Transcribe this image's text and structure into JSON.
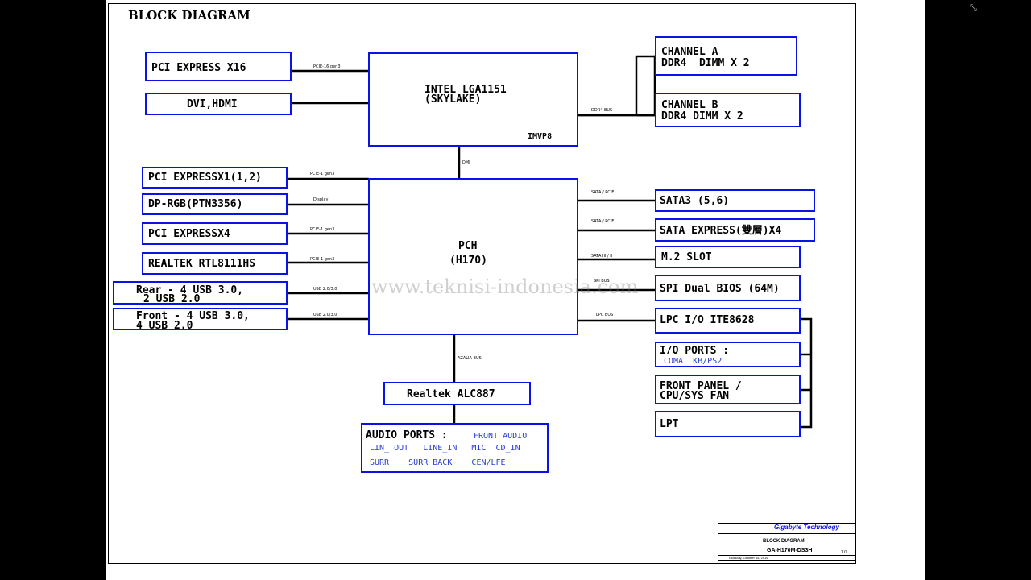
{
  "diagram": {
    "title": "BLOCK DIAGRAM",
    "watermark": "www.teknisi-indonesia.com",
    "cpu": {
      "line1": "INTEL LGA1151",
      "line2": "(SKYLAKE)",
      "vr": "IMVP8"
    },
    "pch": {
      "line1": "PCH",
      "line2": "(H170)"
    },
    "left_cpu": [
      {
        "label": "PCI EXPRESS X16",
        "bus": "PCIE-16 gen3"
      },
      {
        "label": "DVI,HDMI",
        "bus": ""
      }
    ],
    "left_pch": [
      {
        "label": "PCI EXPRESSX1(1,2)",
        "bus": "PCIE-1 gen3"
      },
      {
        "label": "DP-RGB(PTN3356)",
        "bus": "Display"
      },
      {
        "label": "PCI EXPRESSX4",
        "bus": "PCIE-1 gen3"
      },
      {
        "label": "REALTEK RTL8111HS",
        "bus": "PCIE-1 gen3"
      },
      {
        "line1": "Rear - 4 USB 3.0,",
        "line2": "2 USB 2.0",
        "bus": "USB 2.0/3.0"
      },
      {
        "line1": "Front - 4 USB 3.0,",
        "line2": "4 USB 2.0",
        "bus": "USB 2.0/3.0"
      }
    ],
    "memory": {
      "bus": "DDR4 BUS",
      "channel_a": {
        "line1": "CHANNEL A",
        "line2": "DDR4  DIMM X 2"
      },
      "channel_b": {
        "line1": "CHANNEL B",
        "line2": "DDR4 DIMM X 2"
      }
    },
    "dmi_bus": "DMI",
    "right_pch": [
      {
        "label": "SATA3 (5,6)",
        "bus": "SATA / PCIE"
      },
      {
        "label": "SATA EXPRESS(雙層)X4",
        "bus": "SATA / PCIE"
      },
      {
        "label": "M.2 SLOT",
        "bus": "SATA III / II"
      },
      {
        "label": "SPI Dual BIOS (64M)",
        "bus": "SPI BUS"
      },
      {
        "label": "LPC I/O ITE8628",
        "bus": "LPC BUS"
      }
    ],
    "io_ports": {
      "title": "I/O PORTS :",
      "sub": "COMA  KB/PS2"
    },
    "front_panel": {
      "line1": "FRONT PANEL /",
      "line2": "CPU/SYS FAN"
    },
    "lpt": "LPT",
    "azalia_bus": "AZALIA BUS",
    "codec": "Realtek ALC887",
    "audio": {
      "title": "AUDIO PORTS :",
      "front": "FRONT AUDIO",
      "row1": "LIN_ OUT   LINE_IN   MIC  CD_IN",
      "row2": "SURR    SURR BACK    CEN/LFE"
    },
    "title_block": {
      "company": "Gigabyte Technology",
      "sheet_title": "BLOCK DIAGRAM",
      "model": "GA-H170M-DS3H",
      "rev": "1.0",
      "date": "Thursday, October 15, 2015"
    }
  },
  "colors": {
    "box_border": "#0b12e6",
    "line": "#000000",
    "subtext": "#2a3bd6"
  }
}
